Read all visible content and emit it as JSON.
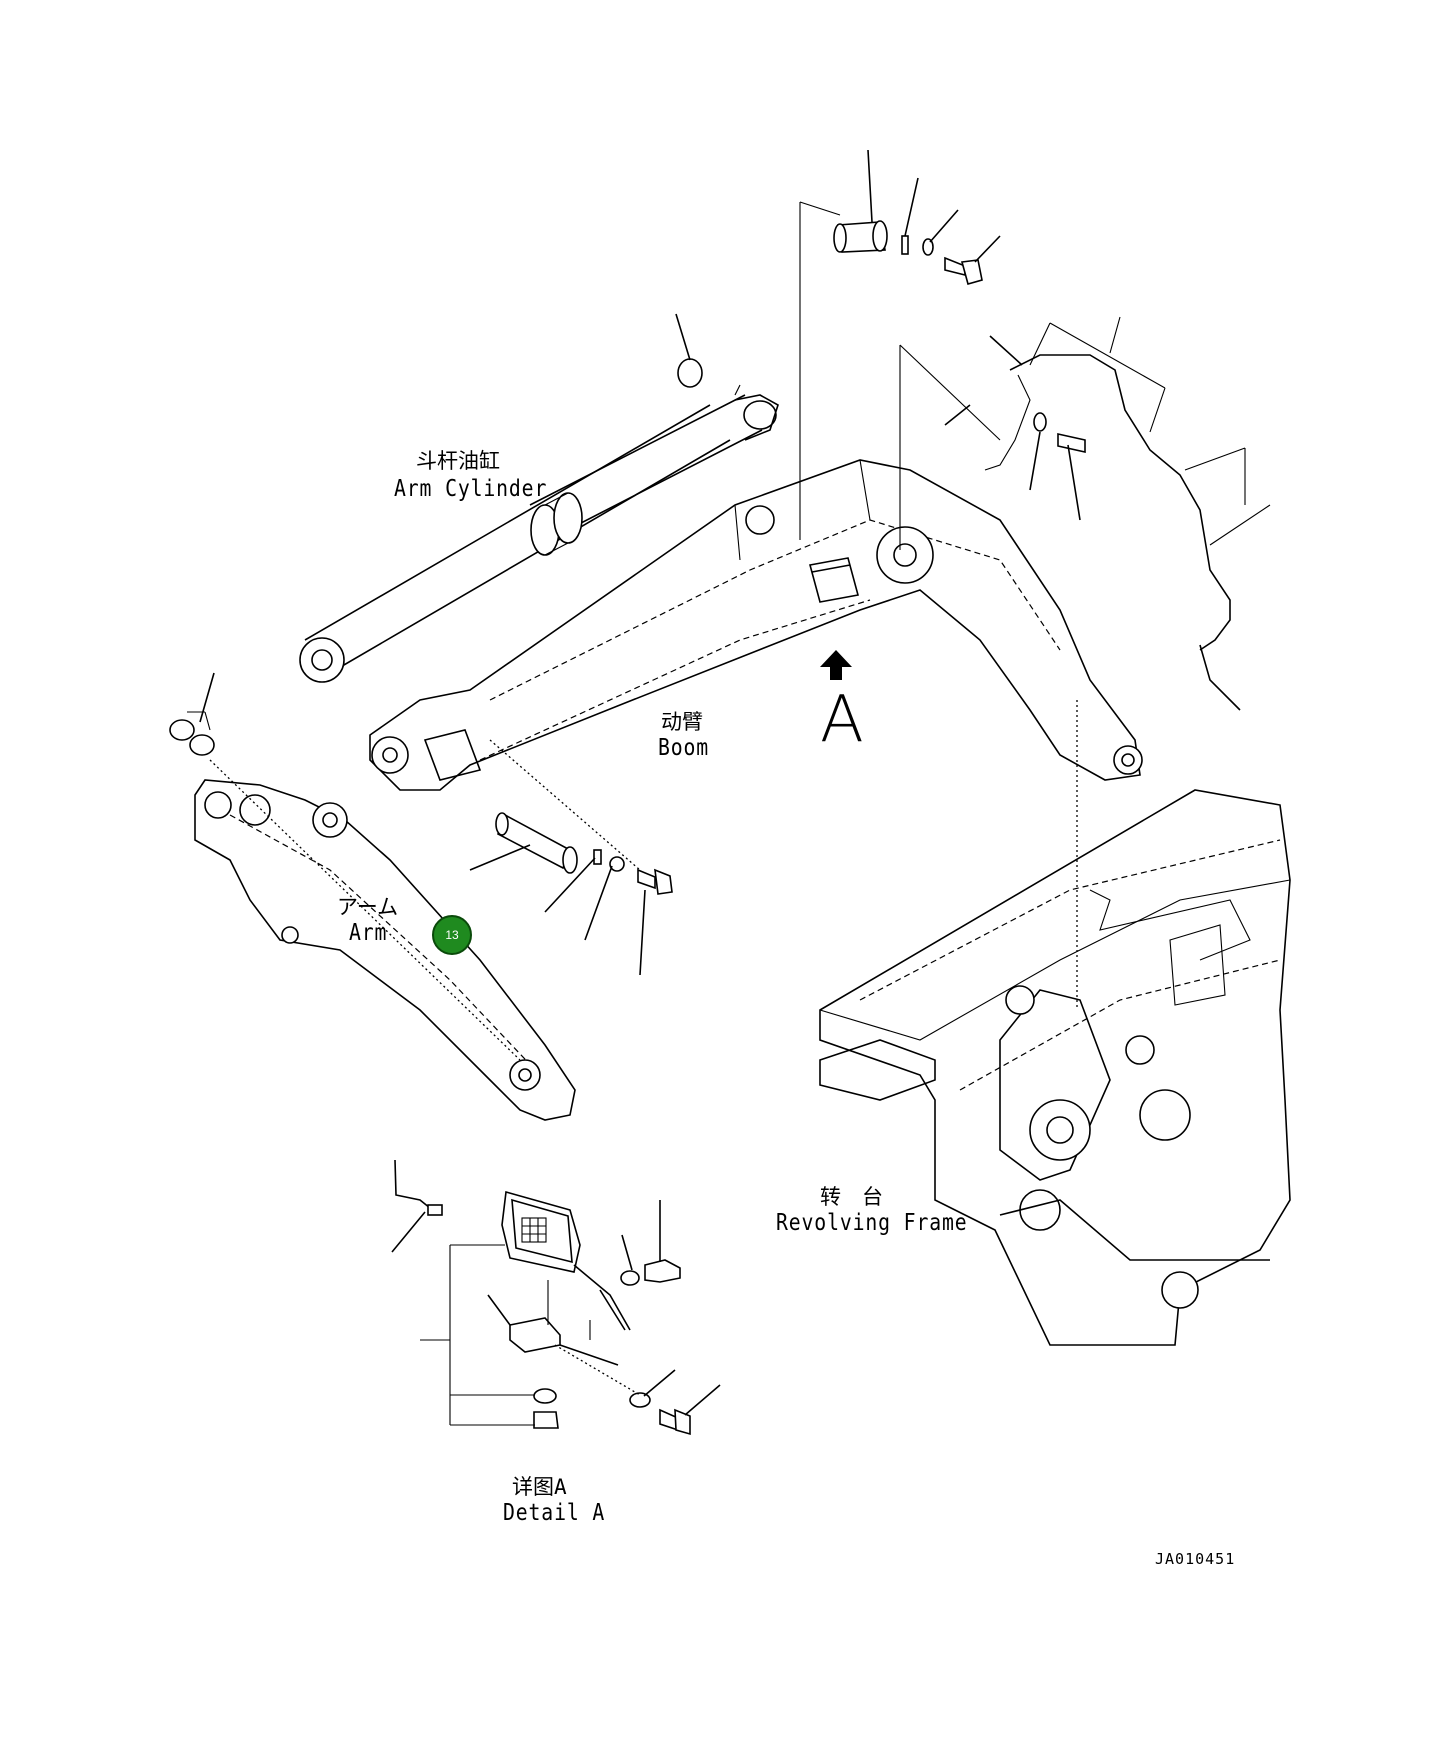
{
  "labels": {
    "arm_cylinder_cn": "斗杆油缸",
    "arm_cylinder_en": "Arm Cylinder",
    "boom_cn": "动臂",
    "boom_en": "Boom",
    "arm_jp": "アーム",
    "arm_en": "Arm",
    "revolving_frame_cn": "转　台",
    "revolving_frame_en": "Revolving Frame",
    "detail_cn": "详图A",
    "detail_en": "Detail A",
    "view_marker": "A",
    "figure_id": "JA010451"
  },
  "callouts": [
    {
      "number": "13",
      "color": "#1f8a1f"
    }
  ]
}
